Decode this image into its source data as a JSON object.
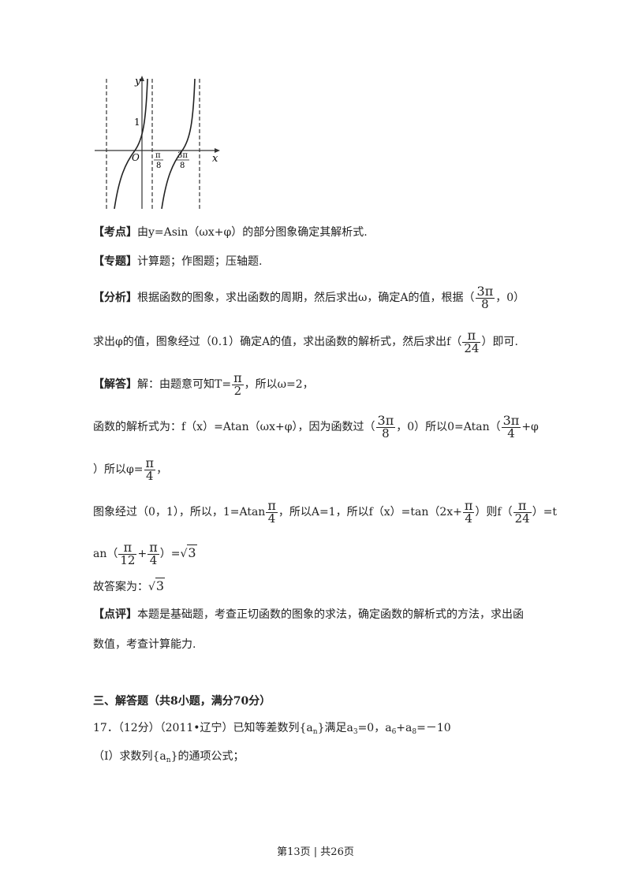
{
  "graph": {
    "y_label": "y",
    "x_label": "x",
    "origin_label": "O",
    "one_label": "1",
    "pi8": {
      "num": "π",
      "den": "8"
    },
    "threepi8": {
      "num": "3π",
      "den": "8"
    }
  },
  "kaodian": {
    "tag": "【考点】",
    "text": "由y=Asin（ωx+φ）的部分图象确定其解析式."
  },
  "zhuanti": {
    "tag": "【专题】",
    "text": "计算题；作图题；压轴题."
  },
  "fenxi": {
    "tag": "【分析】",
    "l1_a": "根据函数的图象，求出函数的周期，然后求出ω，确定A的值，根据（",
    "l1_frac": {
      "num": "3π",
      "den": "8"
    },
    "l1_b": "，0）",
    "l2_a": "求出φ的值，图象经过（0.1）确定A的值，求出函数的解析式，然后求出f（",
    "l2_frac": {
      "num": "π",
      "den": "24"
    },
    "l2_b": "）即可."
  },
  "jieda": {
    "tag": "【解答】",
    "l1_a": "解：由题意可知T=",
    "l1_frac": {
      "num": "π",
      "den": "2"
    },
    "l1_b": "，所以ω=2，",
    "l2_a": "函数的解析式为：f（x）=Atan（ωx+φ），因为函数过（",
    "l2_frac1": {
      "num": "3π",
      "den": "8"
    },
    "l2_b": "，0）所以0=Atan（",
    "l2_frac2": {
      "num": "3π",
      "den": "4"
    },
    "l2_c": "+φ",
    "l3_a": "）所以φ=",
    "l3_frac": {
      "num": "π",
      "den": "4"
    },
    "l3_b": "，",
    "l4_a": "图象经过（0，1），所以，1=Atan",
    "l4_frac1": {
      "num": "π",
      "den": "4"
    },
    "l4_b": "，所以A=1，所以f（x）=tan（2x+",
    "l4_frac2": {
      "num": "π",
      "den": "4"
    },
    "l4_c": "）则f（",
    "l4_frac3": {
      "num": "π",
      "den": "24"
    },
    "l4_d": "）=t",
    "l5_a": "an（",
    "l5_frac1": {
      "num": "π",
      "den": "12"
    },
    "l5_plus": "+",
    "l5_frac2": {
      "num": "π",
      "den": "4"
    },
    "l5_b": "）=",
    "l5_sqrt": "3",
    "l6_a": "故答案为：",
    "l6_sqrt": "3"
  },
  "dianping": {
    "tag": "【点评】",
    "l1": "本题是基础题，考查正切函数的图象的求法，确定函数的解析式的方法，求出函",
    "l2": "数值，考查计算能力."
  },
  "section3": {
    "heading": "三、解答题（共8小题，满分70分）"
  },
  "q17": {
    "a": "17．（12分）（2011•辽宁）已知等差数列{a",
    "sub_n1": "n",
    "b": "}满足a",
    "sub_3": "3",
    "c": "=0，a",
    "sub_6": "6",
    "d": "+a",
    "sub_8": "8",
    "e": "=－10",
    "part1_a": "（Ⅰ）求数列{a",
    "part1_sub": "n",
    "part1_b": "}的通项公式；"
  },
  "footer": {
    "text": "第13页 | 共26页"
  }
}
